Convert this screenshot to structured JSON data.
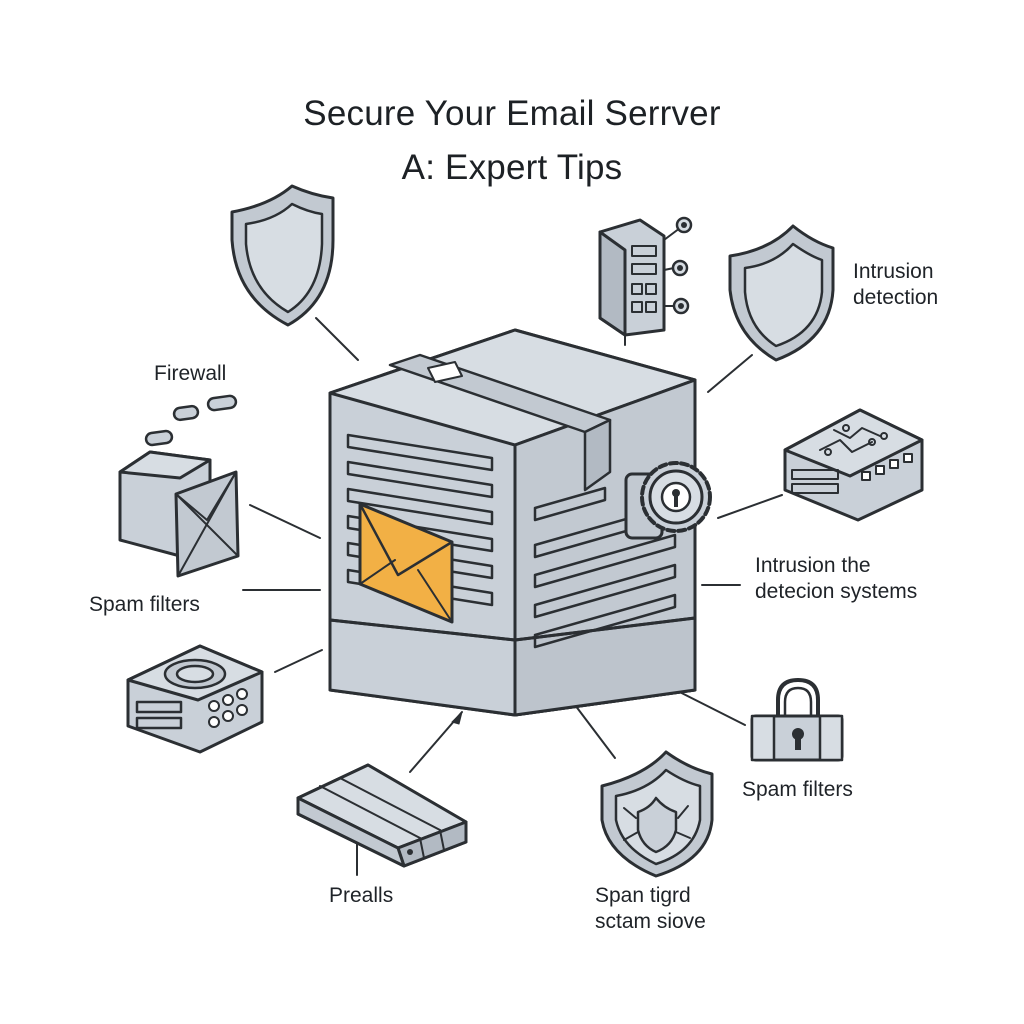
{
  "title": {
    "line1": "Secure Your Email Serrver",
    "line2": "A: Expert Tips"
  },
  "labels": {
    "intrusion_detection_line1": "Intrusion",
    "intrusion_detection_line2": "detection",
    "firewall": "Firewall",
    "spam_filters_left": "Spam filters",
    "intrusion_systems_line1": "Intrusion the",
    "intrusion_systems_line2": "detecion systems",
    "spam_filters_right": "Spam filters",
    "preall": "Prealls",
    "spam_guard_line1": "Span tigrd",
    "spam_guard_line2": "sctam siove"
  },
  "icons": [
    "shield-icon",
    "control-panel-icon",
    "shield-icon",
    "pipes-icon",
    "filter-box-icon",
    "router-icon",
    "network-switch-icon",
    "padlock-icon",
    "shield-icon",
    "rack-server-icon",
    "email-server-icon",
    "envelope-icon",
    "gear-lock-icon"
  ],
  "colors": {
    "stroke": "#2b2f33",
    "fill": "#c9d0d8",
    "fill_light": "#d7dde3",
    "fill_dark": "#b2bac3",
    "envelope": "#f2b045",
    "background": "#ffffff"
  }
}
